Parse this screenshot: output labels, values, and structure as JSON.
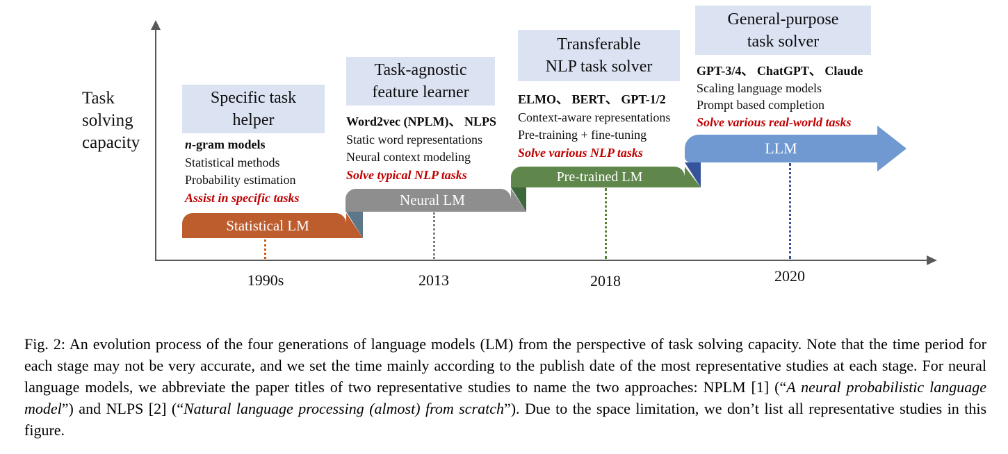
{
  "figure": {
    "y_axis_label_lines": [
      "Task",
      "solving",
      "capacity"
    ],
    "axis_color": "#595959",
    "header_box_bg": "#dbe3f3",
    "highlight_color": "#c00000",
    "stages": [
      {
        "header_line1": "Specific task",
        "header_line2": "helper",
        "models_italic": "n",
        "models": "-gram models",
        "point1": "Statistical methods",
        "point2": "Probability estimation",
        "highlight": "Assist in specific tasks",
        "banner": "Statistical LM",
        "year": "1990s",
        "colors": {
          "ribbon": "#bd5c2d",
          "dot": "#c55a11"
        }
      },
      {
        "header_line1": "Task-agnostic",
        "header_line2": "feature learner",
        "models_italic": "",
        "models": "Word2vec (NPLM)、 NLPS",
        "point1": "Static word representations",
        "point2": "Neural context modeling",
        "highlight": "Solve typical NLP tasks",
        "banner": "Neural LM",
        "year": "2013",
        "colors": {
          "ribbon": "#8e8e8e",
          "fold": "#5b7789",
          "dot": "#7f7f7f"
        }
      },
      {
        "header_line1": "Transferable",
        "header_line2": "NLP task solver",
        "models_italic": "",
        "models": "ELMO、 BERT、 GPT-1/2",
        "point1": "Context-aware representations",
        "point2": "Pre-training + fine-tuning",
        "highlight": "Solve various NLP tasks",
        "banner": "Pre-trained LM",
        "year": "2018",
        "colors": {
          "ribbon": "#5f874b",
          "fold": "#3c683c",
          "dot": "#538135"
        }
      },
      {
        "header_line1": "General-purpose",
        "header_line2": "task solver",
        "models_italic": "",
        "models": "GPT-3/4、 ChatGPT、 Claude",
        "point1": "Scaling language models",
        "point2": "Prompt based completion",
        "highlight": "Solve various real-world tasks",
        "banner": "LLM",
        "year": "2020",
        "colors": {
          "ribbon": "#6f99d0",
          "fold": "#35549b",
          "dot": "#2f5496"
        }
      }
    ]
  },
  "caption": {
    "segments": [
      {
        "text": "Fig. 2: An evolution process of the four generations of language models (LM) from the perspective of task solving capacity. Note that the time period for each stage may not be very accurate, and we set the time mainly according to the publish date of the most representative studies at each stage. For neural language models, we abbreviate the paper titles of two representative studies to name the two approaches: NPLM [1] (“",
        "style": "normal"
      },
      {
        "text": "A neural probabilistic language model",
        "style": "italic"
      },
      {
        "text": "”) and NLPS [2] (“",
        "style": "normal"
      },
      {
        "text": "Natural language processing (almost) from scratch",
        "style": "italic"
      },
      {
        "text": "”). Due to the space limitation, we don’t list all representative studies in this figure.",
        "style": "normal"
      }
    ]
  }
}
